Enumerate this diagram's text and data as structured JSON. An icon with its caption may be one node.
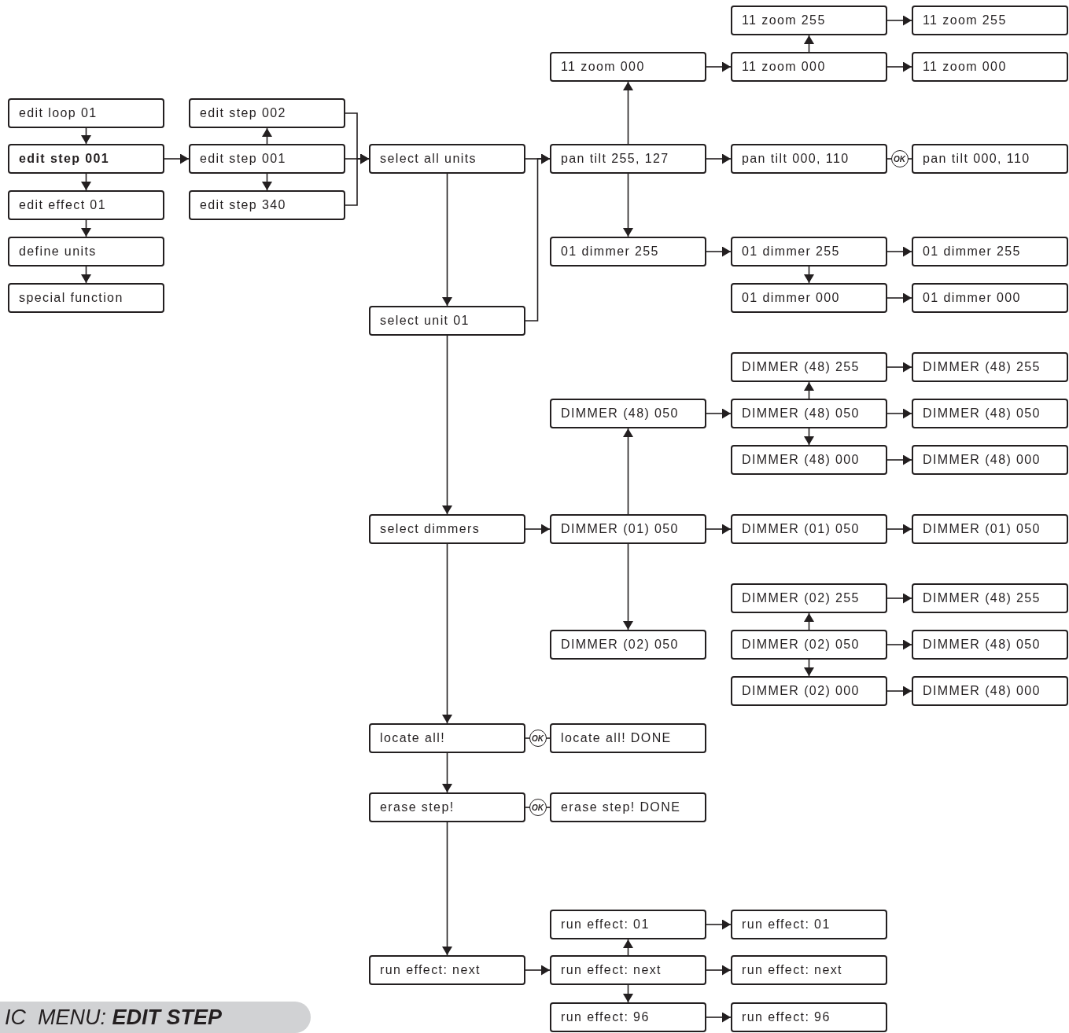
{
  "diagram": {
    "caption": "IC  MENU: **EDIT STEP**",
    "nodes": [
      {
        "text": [
          "edit loop 01"
        ]
      },
      {
        "text": [
          "edit step 001"
        ]
      },
      {
        "text": [
          "edit effect 01"
        ]
      },
      {
        "text": [
          "define units"
        ]
      },
      {
        "text": [
          "special function"
        ]
      },
      {
        "text": [
          "edit step 002"
        ]
      },
      {
        "text": [
          "edit step 001"
        ]
      },
      {
        "text": [
          "edit step 340"
        ]
      },
      {
        "text": [
          "11 zoom 255"
        ]
      },
      {
        "text": [
          "11 zoom 255"
        ]
      },
      {
        "text": [
          "11 zoom 000"
        ]
      },
      {
        "text": [
          "11 zoom 000"
        ]
      },
      {
        "text": [
          "11 zoom 000"
        ]
      },
      {
        "text": [
          "select all units"
        ]
      },
      {
        "text": [
          "pan tilt 255, 127"
        ]
      },
      {
        "text": [
          "pan tilt 000, 110"
        ]
      },
      {
        "text": [
          "pan tilt 000, 110"
        ]
      },
      {
        "text": [
          "01 dimmer 255"
        ]
      },
      {
        "text": [
          "01 dimmer 255"
        ]
      },
      {
        "text": [
          "01 dimmer 255"
        ]
      },
      {
        "text": [
          "01 dimmer 000"
        ]
      },
      {
        "text": [
          "01 dimmer 000"
        ]
      },
      {
        "text": [
          "select unit 01"
        ]
      },
      {
        "text": [
          "DIMMER (48) 255"
        ]
      },
      {
        "text": [
          "DIMMER (48) 255"
        ]
      },
      {
        "text": [
          "DIMMER (48) 050"
        ]
      },
      {
        "text": [
          "DIMMER (48) 050"
        ]
      },
      {
        "text": [
          "DIMMER (48) 050"
        ]
      },
      {
        "text": [
          "DIMMER (48) 000"
        ]
      },
      {
        "text": [
          "DIMMER (48) 000"
        ]
      },
      {
        "text": [
          "select dimmers"
        ]
      },
      {
        "text": [
          "DIMMER (01) 050"
        ]
      },
      {
        "text": [
          "DIMMER (01) 050"
        ]
      },
      {
        "text": [
          "DIMMER (01) 050"
        ]
      },
      {
        "text": [
          "DIMMER (02) 255"
        ]
      },
      {
        "text": [
          "DIMMER (48) 255"
        ]
      },
      {
        "text": [
          "DIMMER (02) 050"
        ]
      },
      {
        "text": [
          "DIMMER (02) 050"
        ]
      },
      {
        "text": [
          "DIMMER (48) 050"
        ]
      },
      {
        "text": [
          "DIMMER (02) 000"
        ]
      },
      {
        "text": [
          "DIMMER (48) 000"
        ]
      },
      {
        "text": [
          "locate all!"
        ]
      },
      {
        "text": [
          "locate all! DONE"
        ]
      },
      {
        "text": [
          "erase step!"
        ]
      },
      {
        "text": [
          "erase step! DONE"
        ]
      },
      {
        "text": [
          "run effect: 01"
        ]
      },
      {
        "text": [
          "run effect: 01"
        ]
      },
      {
        "text": [
          "run effect: next"
        ]
      },
      {
        "text": [
          "run effect: next"
        ]
      },
      {
        "text": [
          "run effect: next"
        ]
      },
      {
        "text": [
          "run effect: 96"
        ]
      },
      {
        "text": [
          "run effect: 96"
        ]
      }
    ],
    "edges": [
      {
        "from": 0,
        "to": 1,
        "arrow": "to"
      },
      {
        "from": 1,
        "to": 2,
        "arrow": "to"
      },
      {
        "from": 2,
        "to": 3,
        "arrow": "to"
      },
      {
        "from": 3,
        "to": 4,
        "arrow": "to"
      },
      {
        "from": 1,
        "to": 6,
        "arrow": "to"
      },
      {
        "from": 6,
        "to": 5,
        "arrow": "to"
      },
      {
        "from": 6,
        "to": 7,
        "arrow": "to"
      },
      {
        "from": 5,
        "to": 13,
        "arrow": "to"
      },
      {
        "from": 6,
        "to": 13,
        "arrow": "to"
      },
      {
        "from": 7,
        "to": 13,
        "arrow": "to"
      },
      {
        "from": 13,
        "to": 22,
        "arrow": "to"
      },
      {
        "from": 22,
        "to": 30,
        "arrow": "to"
      },
      {
        "from": 30,
        "to": 41,
        "arrow": "to"
      },
      {
        "from": 41,
        "to": 43,
        "arrow": "to"
      },
      {
        "from": 43,
        "to": 47,
        "arrow": "to"
      },
      {
        "from": 13,
        "to": 14,
        "arrow": "to"
      },
      {
        "from": 22,
        "to": 14,
        "arrow": "to"
      },
      {
        "from": 14,
        "to": 10,
        "arrow": "to"
      },
      {
        "from": 14,
        "to": 17,
        "arrow": "to"
      },
      {
        "from": 10,
        "to": 11,
        "arrow": "to"
      },
      {
        "from": 11,
        "to": 8,
        "arrow": "to"
      },
      {
        "from": 8,
        "to": 9,
        "arrow": "to"
      },
      {
        "from": 11,
        "to": 12,
        "arrow": "to"
      },
      {
        "from": 14,
        "to": 15,
        "arrow": "to"
      },
      {
        "from": 15,
        "to": 16,
        "arrow": "none",
        "label": "OK"
      },
      {
        "from": 17,
        "to": 18,
        "arrow": "to"
      },
      {
        "from": 18,
        "to": 20,
        "arrow": "to"
      },
      {
        "from": 18,
        "to": 19,
        "arrow": "to"
      },
      {
        "from": 20,
        "to": 21,
        "arrow": "to"
      },
      {
        "from": 25,
        "to": 26,
        "arrow": "to"
      },
      {
        "from": 26,
        "to": 23,
        "arrow": "to"
      },
      {
        "from": 26,
        "to": 28,
        "arrow": "to"
      },
      {
        "from": 23,
        "to": 24,
        "arrow": "to"
      },
      {
        "from": 26,
        "to": 27,
        "arrow": "to"
      },
      {
        "from": 28,
        "to": 29,
        "arrow": "to"
      },
      {
        "from": 30,
        "to": 31,
        "arrow": "to"
      },
      {
        "from": 31,
        "to": 25,
        "arrow": "to"
      },
      {
        "from": 31,
        "to": 36,
        "arrow": "to"
      },
      {
        "from": 31,
        "to": 32,
        "arrow": "to"
      },
      {
        "from": 32,
        "to": 33,
        "arrow": "to"
      },
      {
        "from": 37,
        "to": 34,
        "arrow": "to"
      },
      {
        "from": 37,
        "to": 39,
        "arrow": "to"
      },
      {
        "from": 34,
        "to": 35,
        "arrow": "to"
      },
      {
        "from": 37,
        "to": 38,
        "arrow": "to"
      },
      {
        "from": 39,
        "to": 40,
        "arrow": "to"
      },
      {
        "from": 41,
        "to": 42,
        "arrow": "none",
        "label": "OK"
      },
      {
        "from": 43,
        "to": 44,
        "arrow": "none",
        "label": "OK"
      },
      {
        "from": 47,
        "to": 48,
        "arrow": "to"
      },
      {
        "from": 48,
        "to": 45,
        "arrow": "to"
      },
      {
        "from": 48,
        "to": 50,
        "arrow": "to"
      },
      {
        "from": 45,
        "to": 46,
        "arrow": "to"
      },
      {
        "from": 48,
        "to": 49,
        "arrow": "to"
      },
      {
        "from": 50,
        "to": 51,
        "arrow": "to"
      }
    ]
  }
}
